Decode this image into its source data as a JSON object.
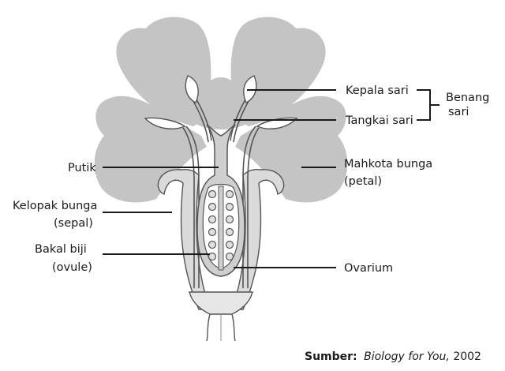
{
  "labels": {
    "kepala_sari": "Kepala sari",
    "tangkai_sari": "Tangkai sari",
    "benang": "Benang",
    "sari": "sari",
    "mahkota_1": "Mahkota bunga",
    "mahkota_2": "(petal)",
    "putik": "Putik",
    "kelopak_1": "Kelopak bunga",
    "kelopak_2": "(sepal)",
    "bakal_1": "Bakal biji",
    "bakal_2": "(ovule)",
    "ovarium": "Ovarium"
  },
  "source": {
    "prefix": "Sumber:",
    "title": "Biology for You,",
    "year": " 2002"
  },
  "colors": {
    "petal_fill": "#c4c4c4",
    "sepal_fill": "#dadada",
    "outline": "#555555",
    "leader": "#1a1a1a"
  }
}
